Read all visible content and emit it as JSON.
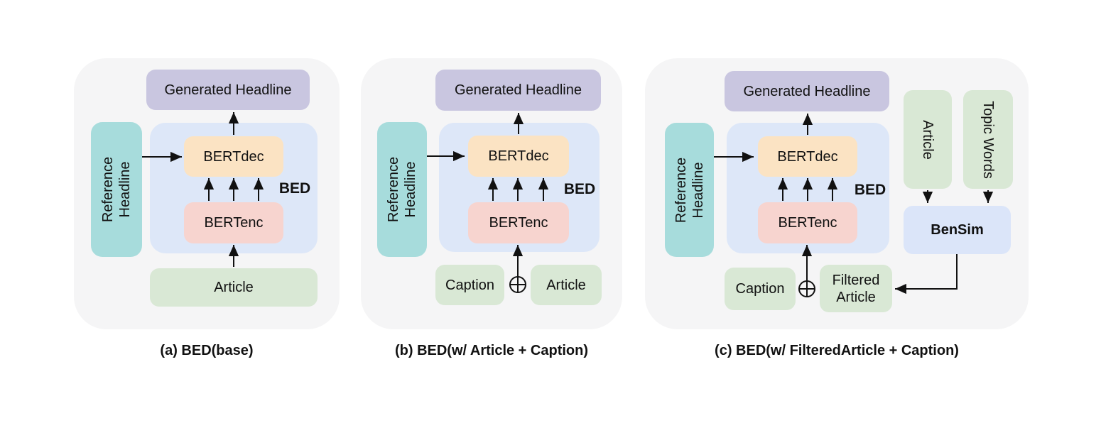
{
  "figure": {
    "panel_a": {
      "caption": "(a) BED(base)",
      "generated_headline": "Generated Headline",
      "reference_headline": "Reference Headline",
      "bed_label": "BED",
      "bertdec": "BERTdec",
      "bertenc": "BERTenc",
      "article": "Article"
    },
    "panel_b": {
      "caption": "(b) BED(w/ Article + Caption)",
      "generated_headline": "Generated Headline",
      "reference_headline": "Reference Headline",
      "bed_label": "BED",
      "bertdec": "BERTdec",
      "bertenc": "BERTenc",
      "caption_input": "Caption",
      "article": "Article",
      "concat_symbol": "⊕"
    },
    "panel_c": {
      "caption": "(c) BED(w/ FilteredArticle + Caption)",
      "generated_headline": "Generated Headline",
      "reference_headline": "Reference Headline",
      "bed_label": "BED",
      "bertdec": "BERTdec",
      "bertenc": "BERTenc",
      "caption_input": "Caption",
      "filtered_article": "Filtered Article",
      "article_source": "Article",
      "topic_words": "Topic Words",
      "bensim": "BenSim",
      "concat_symbol": "⊕"
    },
    "colors": {
      "panel_bg": "#f5f5f6",
      "headline_purple": "#c9c6e0",
      "reference_teal": "#a7dcdc",
      "bed_container_blue": "#dde7f8",
      "decoder_peach": "#fbe3c3",
      "encoder_pink": "#f7d4cf",
      "input_green": "#d9e8d5",
      "bensim_blue": "#dbe5f9",
      "arrow_black": "#111111"
    }
  }
}
